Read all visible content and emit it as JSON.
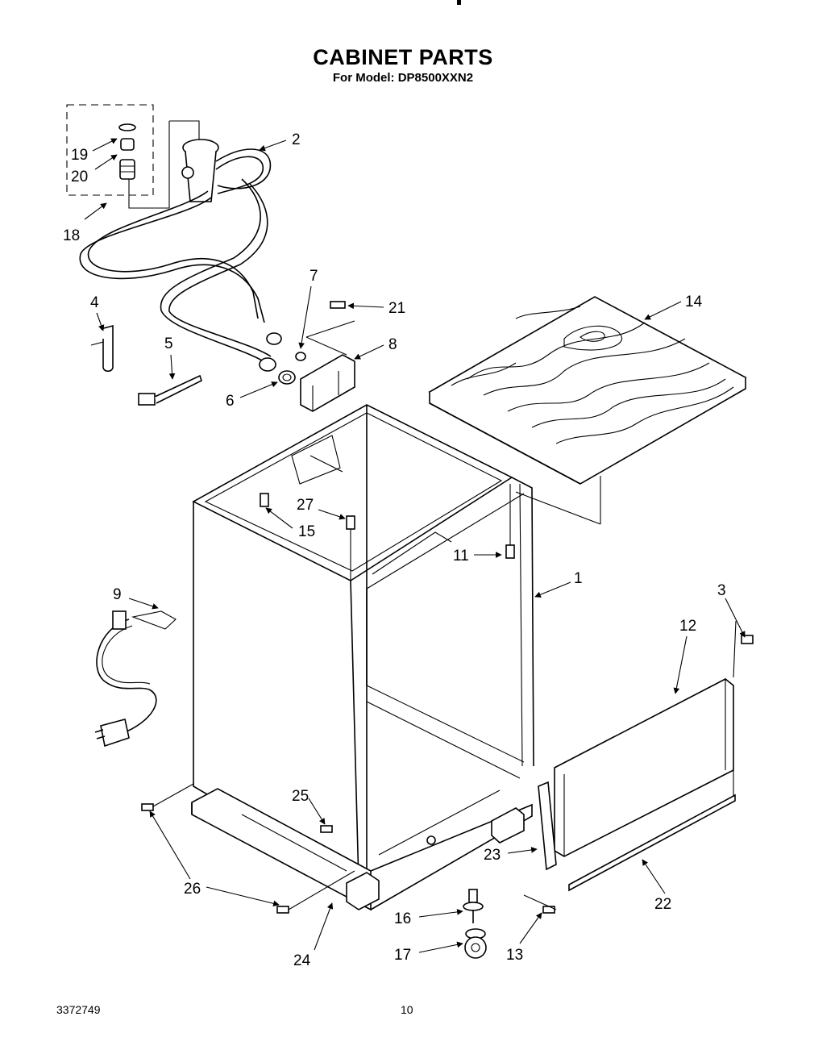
{
  "header": {
    "title": "CABINET PARTS",
    "subtitle": "For Model: DP8500XXN2"
  },
  "footer": {
    "doc_number": "3372749",
    "page_number": "10"
  },
  "callouts": {
    "c1": "1",
    "c2": "2",
    "c3": "3",
    "c4": "4",
    "c5": "5",
    "c6": "6",
    "c7": "7",
    "c8": "8",
    "c9": "9",
    "c11": "11",
    "c12": "12",
    "c13": "13",
    "c14": "14",
    "c15": "15",
    "c16": "16",
    "c17": "17",
    "c18": "18",
    "c19": "19",
    "c20": "20",
    "c21": "21",
    "c22": "22",
    "c23": "23",
    "c24": "24",
    "c25": "25",
    "c26a": "26",
    "c27": "27"
  }
}
